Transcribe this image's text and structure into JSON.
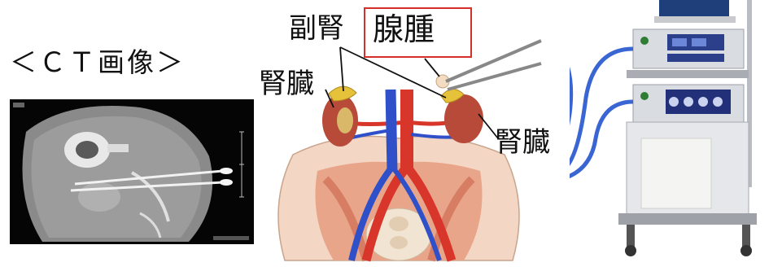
{
  "ct_title": "＜ＣＴ画像＞",
  "labels": {
    "adrenal": "副腎",
    "tumor": "腺腫",
    "kidney_left": "腎臓",
    "kidney_right": "腎臓"
  },
  "colors": {
    "tumor_box_border": "#d3302c",
    "artery": "#d8362a",
    "vein": "#2f50c8",
    "kidney": "#b84a3a",
    "adrenal": "#e5c23a",
    "cable": "#3a66d4"
  }
}
